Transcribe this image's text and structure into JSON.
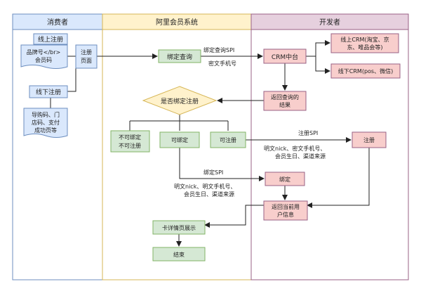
{
  "lanes": {
    "consumer": "消费者",
    "system": "阿里会员系统",
    "developer": "开发者"
  },
  "nodes": {
    "online_register": "线上注册",
    "brand_member_l1": "品牌号</br>",
    "brand_member_l2": "会员码",
    "offline_register": "线下注册",
    "guide_l1": "导购码、门",
    "guide_l2": "店码、支付",
    "guide_l3": "成功页等",
    "register_page_l1": "注册",
    "register_page_l2": "页面",
    "bind_query": "绑定查询",
    "crm_hub": "CRM中台",
    "crm_online_l1": "线上CRM(淘宝、京",
    "crm_online_l2": "东、唯品会等)",
    "crm_offline": "线下CRM(pos、微信)",
    "return_query_l1": "返回查询的",
    "return_query_l2": "结果",
    "decision": "是否绑定注册",
    "no_bind_l1": "不可绑定",
    "no_bind_l2": "不可注册",
    "can_bind": "可绑定",
    "can_register": "可注册",
    "dev_register": "注册",
    "dev_bind": "绑定",
    "return_user_l1": "返回当前用",
    "return_user_l2": "户信息",
    "card_detail": "卡详情页展示",
    "end": "结束"
  },
  "labels": {
    "bind_query_spi": "绑定查询SPI",
    "cipher_phone": "密文手机号",
    "register_spi": "注册SPI",
    "reg_fields_l1": "明文nick、密文手机号、",
    "reg_fields_l2": "会员生日、渠道来源",
    "bind_spi": "绑定SPI",
    "bind_fields_l1": "明文nick、明文手机号、",
    "bind_fields_l2": "会员生日、渠道来源"
  },
  "colors": {
    "consumer_fill": "#dae8fc",
    "consumer_stroke": "#6c8ebf",
    "system_fill": "#fff2cc",
    "system_stroke": "#d6b656",
    "developer_fill": "#e6d0de",
    "developer_stroke": "#996185",
    "pink_fill": "#f8cecc",
    "node_stroke": "#82b366",
    "green_fill": "#d5e8d4"
  }
}
